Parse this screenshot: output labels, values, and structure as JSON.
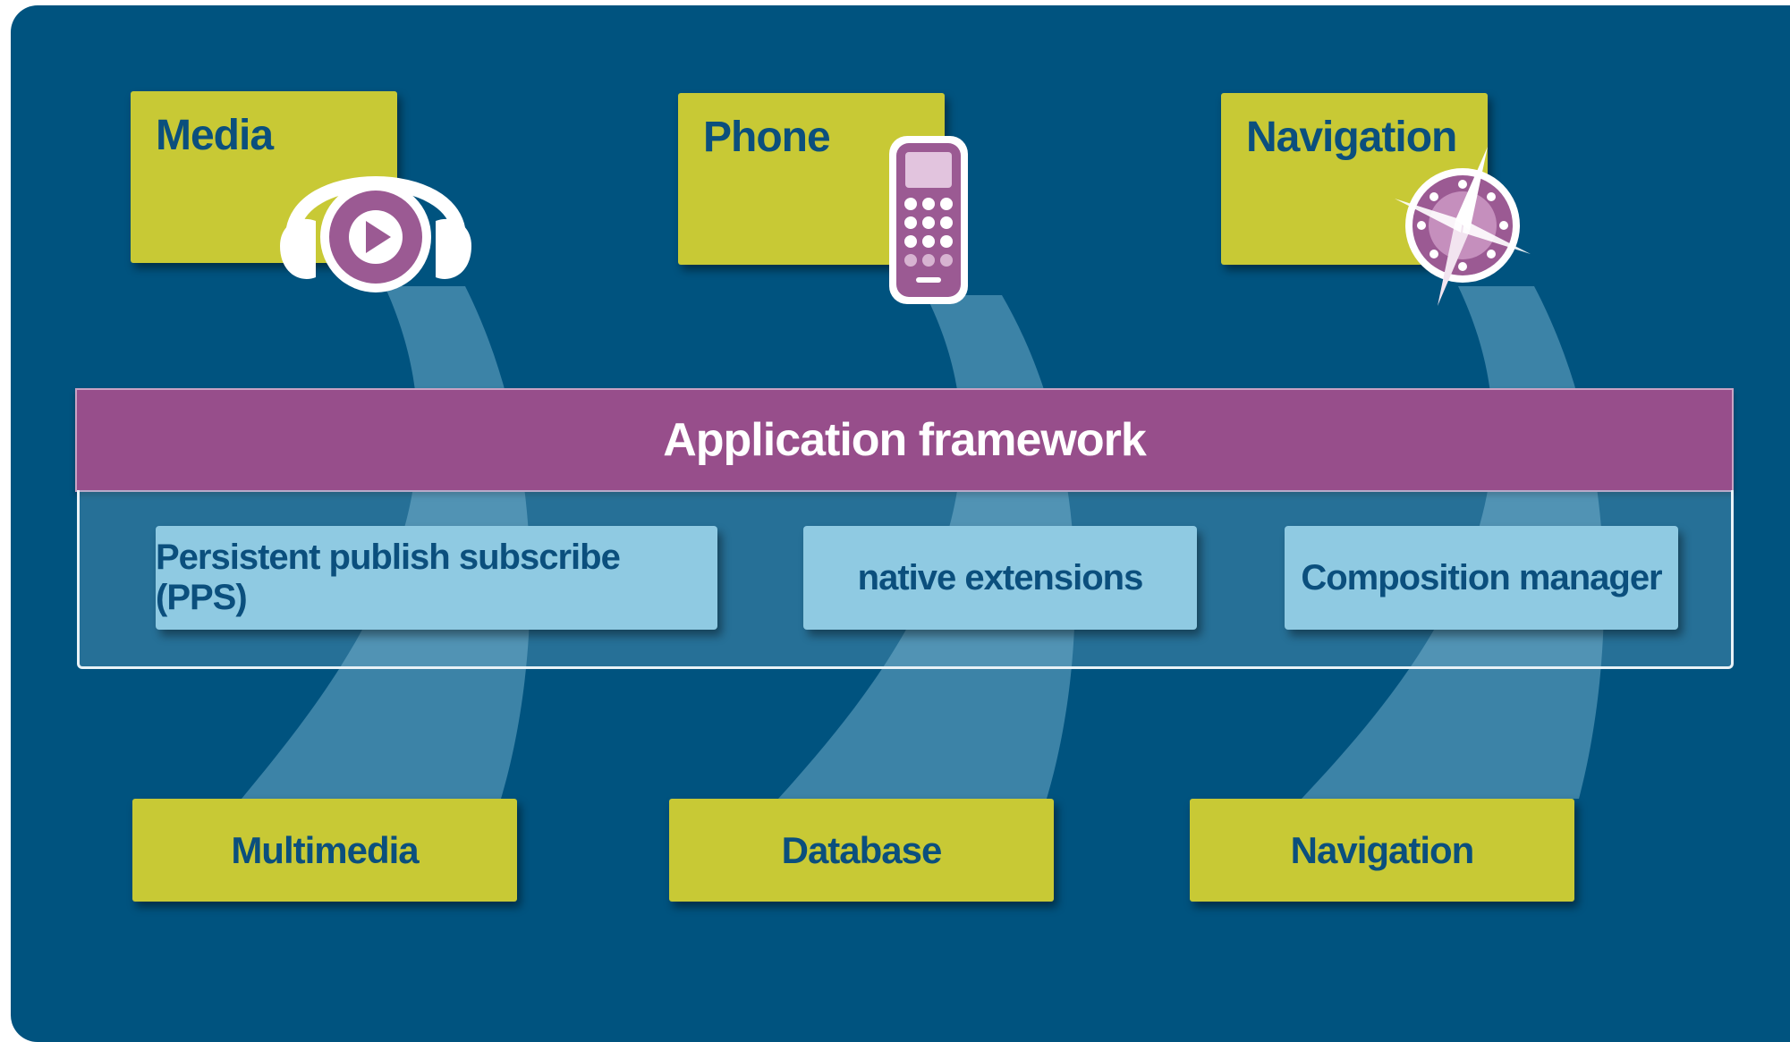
{
  "apps": [
    {
      "label": "Media",
      "icon": "headphones-play-icon"
    },
    {
      "label": "Phone",
      "icon": "mobile-phone-icon"
    },
    {
      "label": "Navigation",
      "icon": "compass-icon"
    }
  ],
  "framework": {
    "title": "Application framework",
    "components": [
      "Persistent publish subscribe (PPS)",
      "native extensions",
      "Composition manager"
    ]
  },
  "services": [
    "Multimedia",
    "Database",
    "Navigation"
  ],
  "colors": {
    "background": "#00537f",
    "app_box": "#c8c935",
    "framework_bar": "#974e8b",
    "component_box": "#8fcae2",
    "text_dark": "#0b4f7d",
    "icon_purple": "#9b5a93"
  }
}
